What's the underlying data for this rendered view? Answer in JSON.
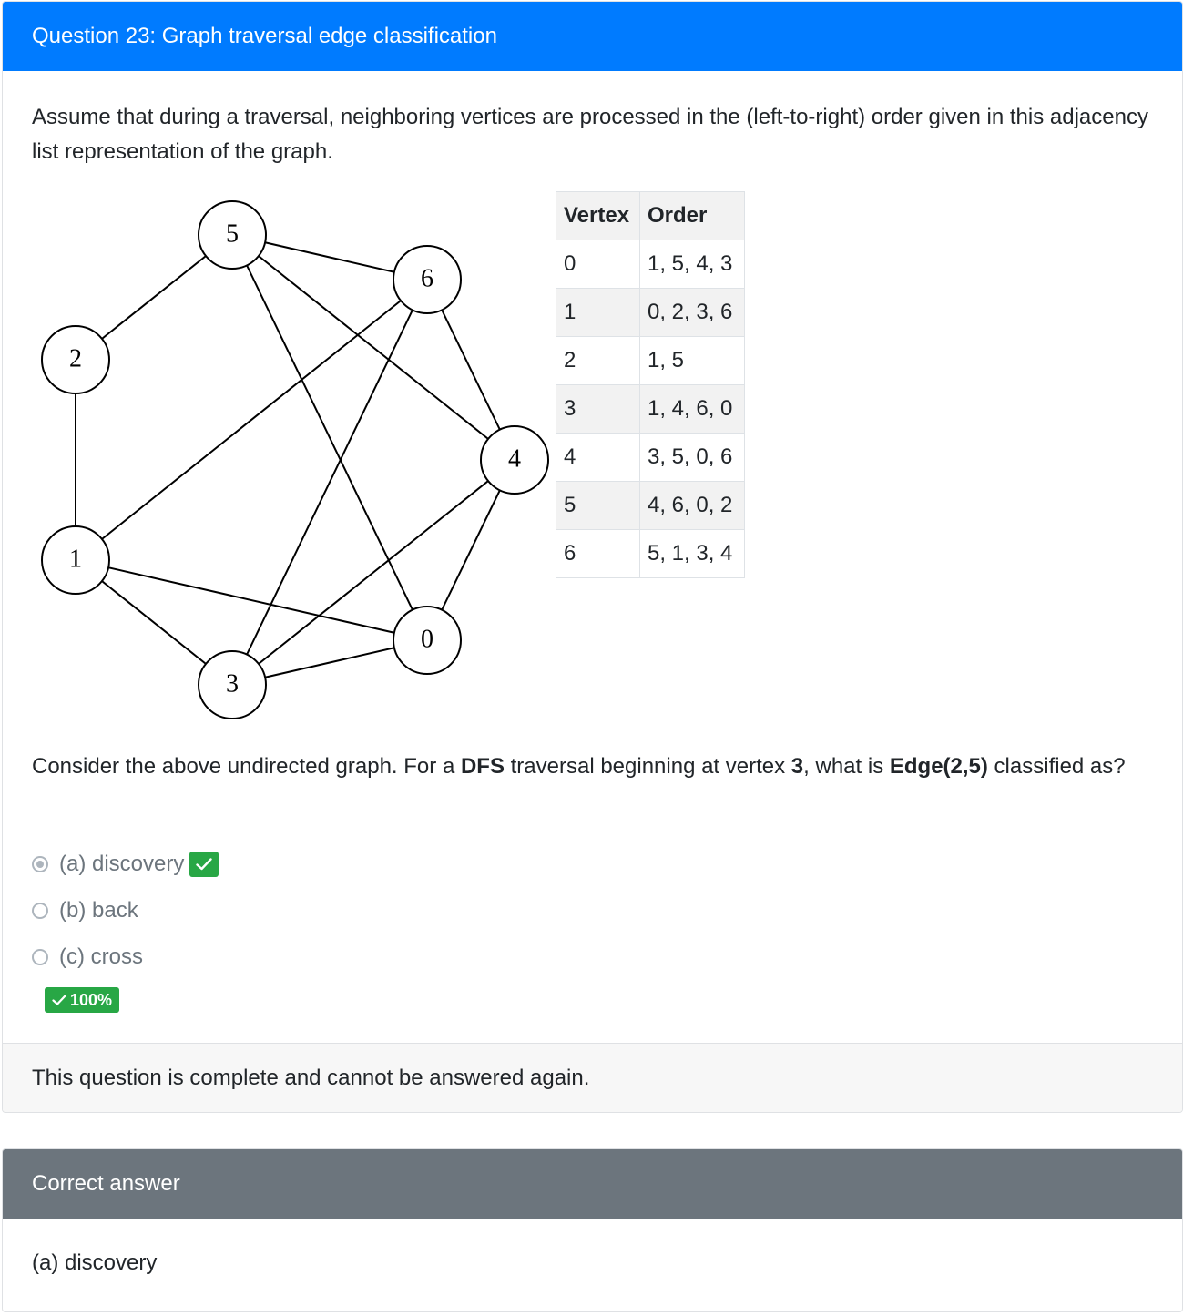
{
  "question": {
    "title": "Question 23: Graph traversal edge classification",
    "intro": "Assume that during a traversal, neighboring vertices are processed in the (left-to-right) order given in this adjacency list representation of the graph.",
    "prompt": {
      "t1": "Consider the above undirected graph. For a ",
      "b1": "DFS",
      "t2": " traversal beginning at vertex ",
      "b2": "3",
      "t3": ", what is ",
      "b3": "Edge(2,5)",
      "t4": " classified as?"
    },
    "options": [
      {
        "label": "(a) discovery",
        "selected": true,
        "correct": true
      },
      {
        "label": "(b) back",
        "selected": false
      },
      {
        "label": "(c) cross",
        "selected": false
      }
    ],
    "score": "100%",
    "footer": "This question is complete and cannot be answered again."
  },
  "graph": {
    "vertices": [
      "0",
      "1",
      "2",
      "3",
      "4",
      "5",
      "6"
    ],
    "edges": [
      [
        "5",
        "2"
      ],
      [
        "5",
        "6"
      ],
      [
        "5",
        "4"
      ],
      [
        "5",
        "0"
      ],
      [
        "2",
        "1"
      ],
      [
        "1",
        "6"
      ],
      [
        "1",
        "0"
      ],
      [
        "1",
        "3"
      ],
      [
        "6",
        "3"
      ],
      [
        "6",
        "4"
      ],
      [
        "4",
        "3"
      ],
      [
        "4",
        "0"
      ],
      [
        "3",
        "0"
      ]
    ]
  },
  "adjacency_table": {
    "headers": [
      "Vertex",
      "Order"
    ],
    "rows": [
      {
        "vertex": "0",
        "order": "1, 5, 4, 3"
      },
      {
        "vertex": "1",
        "order": "0, 2, 3, 6"
      },
      {
        "vertex": "2",
        "order": "1, 5"
      },
      {
        "vertex": "3",
        "order": "1, 4, 6, 0"
      },
      {
        "vertex": "4",
        "order": "3, 5, 0, 6"
      },
      {
        "vertex": "5",
        "order": "4, 6, 0, 2"
      },
      {
        "vertex": "6",
        "order": "5, 1, 3, 4"
      }
    ]
  },
  "answer": {
    "header": "Correct answer",
    "text": "(a) discovery"
  },
  "colors": {
    "primary": "#007bff",
    "secondary": "#6c757d",
    "success": "#28a745",
    "muted": "#6c757d"
  },
  "icons": {
    "correct": "check-icon"
  }
}
